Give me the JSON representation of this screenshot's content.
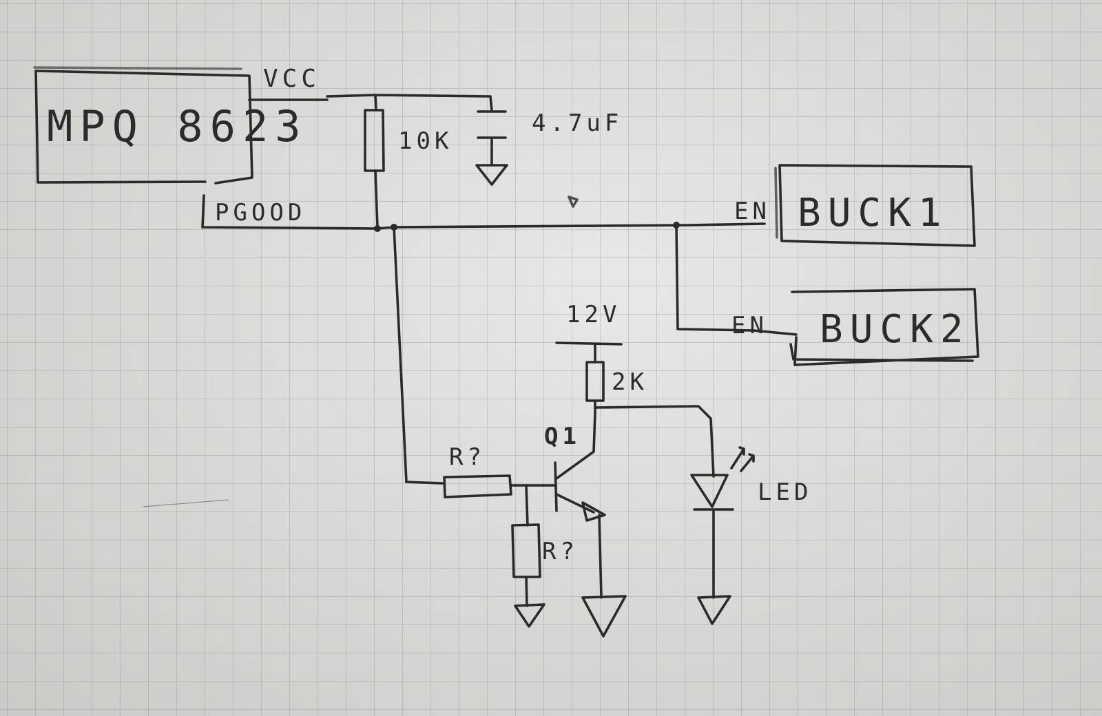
{
  "components": {
    "ic": {
      "name": "MPQ 8623"
    },
    "vcc": {
      "label": "VCC"
    },
    "pgood": {
      "label": "PGOOD"
    },
    "r_pullup": {
      "value": "10K"
    },
    "cap": {
      "value": "4.7uF"
    },
    "buck1": {
      "name": "BUCK1",
      "pin": "EN"
    },
    "buck2": {
      "name": "BUCK2",
      "pin": "EN"
    },
    "supply": {
      "label": "12V"
    },
    "r_collector": {
      "value": "2K"
    },
    "transistor": {
      "ref": "Q1"
    },
    "r_base": {
      "value": "R?"
    },
    "r_pulldown": {
      "value": "R?"
    },
    "led": {
      "label": "LED"
    }
  },
  "colors": {
    "ink": "#2a2a2a",
    "paper": "#dcdbd8",
    "grid": "#8a8a97"
  }
}
